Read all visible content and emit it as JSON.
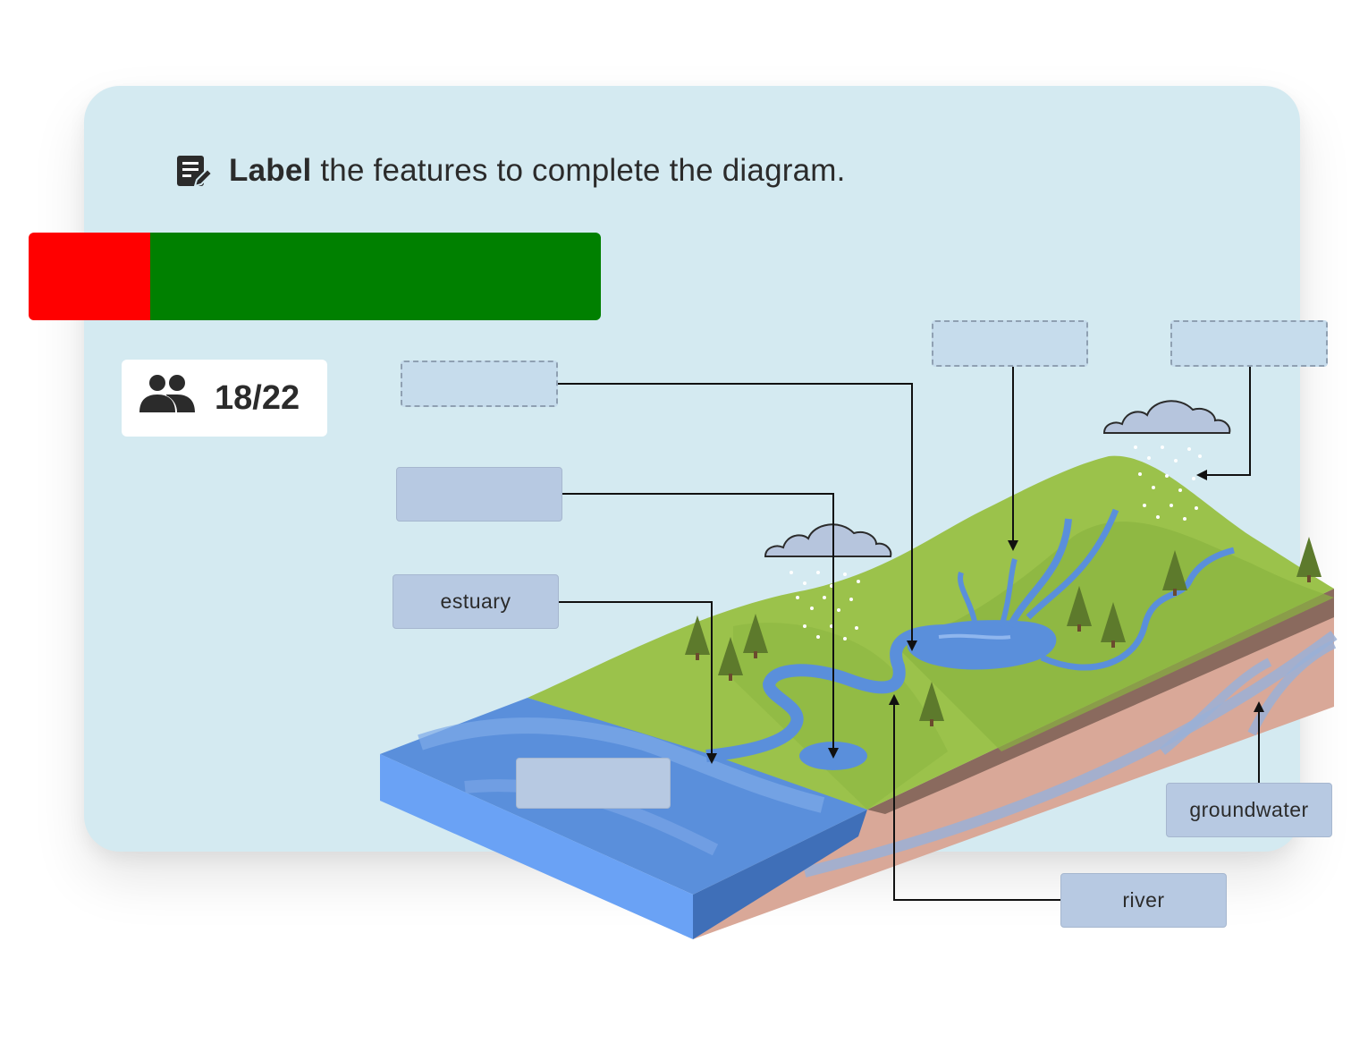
{
  "instruction": {
    "bold": "Label",
    "rest": "the features to complete the diagram.",
    "icon": "edit-note-icon"
  },
  "progress": {
    "wrong_fraction": 0.213,
    "wrong_color": "#ff0000",
    "right_color": "#008000"
  },
  "counter": {
    "icon": "people-icon",
    "text": "18/22"
  },
  "diagram": {
    "labels": {
      "estuary": "estuary",
      "groundwater": "groundwater",
      "river": "river",
      "blank_lake": "",
      "blank_pond": "",
      "blank_sea": "",
      "blank_tributary": "",
      "blank_precipitation": "",
      "blank_source": ""
    }
  },
  "colors": {
    "card_bg": "#d4eaf1",
    "label_bg": "#b7c9e2",
    "drop_bg": "#c6dcec",
    "sea": "#5a8fdb",
    "grass": "#9bc24b",
    "soil": "#d9a898"
  }
}
